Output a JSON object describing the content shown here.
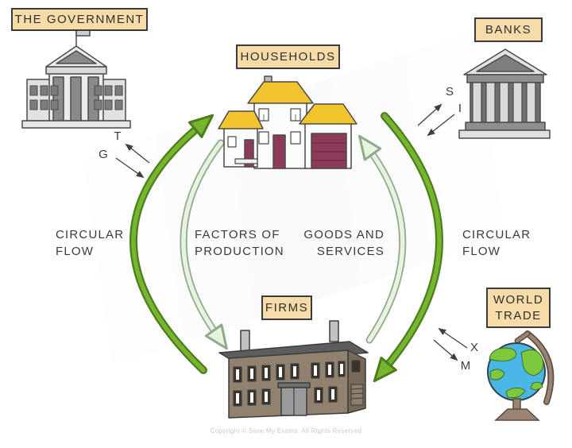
{
  "diagram": {
    "subject": "Circular flow of income diagram"
  },
  "nodes": {
    "government": {
      "label": "THE GOVERNMENT"
    },
    "households": {
      "label": "HOUSEHOLDS"
    },
    "banks": {
      "label": "BANKS"
    },
    "firms": {
      "label": "FIRMS"
    },
    "world_trade": {
      "line1": "WORLD",
      "line2": "TRADE"
    }
  },
  "flow_labels": {
    "circular_flow_left": {
      "line1": "CIRCULAR",
      "line2": "FLOW"
    },
    "factors_of_production": {
      "line1": "FACTORS OF",
      "line2": "PRODUCTION"
    },
    "goods_and_services": {
      "line1": "GOODS AND",
      "line2": "SERVICES"
    },
    "circular_flow_right": {
      "line1": "CIRCULAR",
      "line2": "FLOW"
    }
  },
  "external_flows": {
    "taxes": "T",
    "government_spending": "G",
    "saving": "S",
    "investment": "I",
    "exports": "X",
    "imports": "M"
  },
  "footer": {
    "copyright": "Copyright © Save My Exams. All Rights Reserved"
  },
  "colors": {
    "label_box_bg": "#f7dcaa",
    "label_box_border": "#3b3b3b",
    "dark_green_arrow": "#76b62e",
    "dark_green_edge": "#4c7c1e",
    "light_green_arrow": "#e7f3de",
    "light_green_edge": "#90a98a",
    "roof_yellow": "#f2c52e",
    "door_maroon": "#8e3a5c",
    "firms_brown": "#91816f",
    "globe_blue": "#49b7e5",
    "globe_green": "#7cc83e",
    "text": "#3a3a3a"
  }
}
